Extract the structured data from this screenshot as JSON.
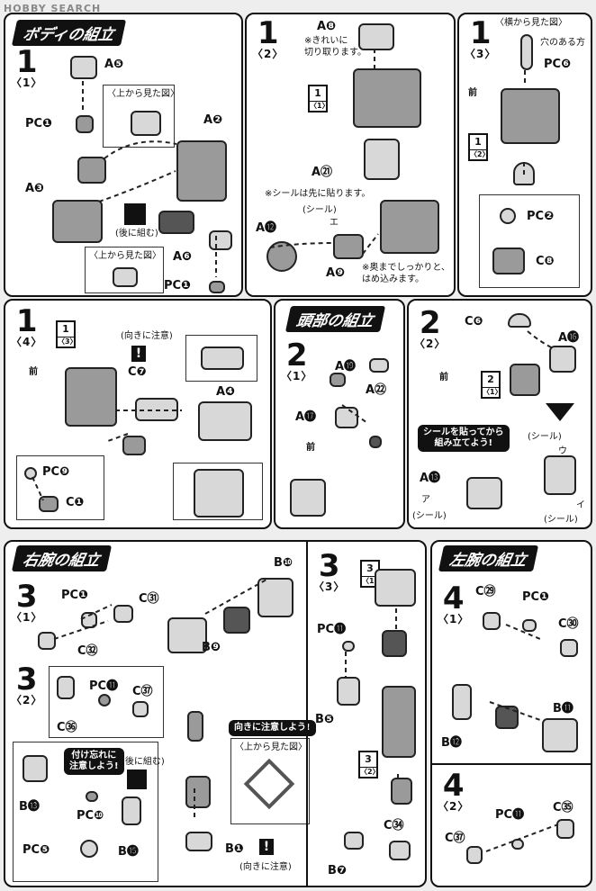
{
  "watermark": "HOBBY SEARCH",
  "sections": {
    "body": "ボディの組立",
    "head": "頭部の組立",
    "right_arm": "右腕の組立",
    "left_arm": "左腕の組立"
  },
  "steps": {
    "s1_1": {
      "n": "1",
      "s": "〈1〉"
    },
    "s1_2": {
      "n": "1",
      "s": "〈2〉"
    },
    "s1_3": {
      "n": "1",
      "s": "〈3〉"
    },
    "s1_4": {
      "n": "1",
      "s": "〈4〉"
    },
    "s2_1": {
      "n": "2",
      "s": "〈1〉"
    },
    "s2_2": {
      "n": "2",
      "s": "〈2〉"
    },
    "s3_1": {
      "n": "3",
      "s": "〈1〉"
    },
    "s3_2": {
      "n": "3",
      "s": "〈2〉"
    },
    "s3_3": {
      "n": "3",
      "s": "〈3〉"
    },
    "s4_1": {
      "n": "4",
      "s": "〈1〉"
    },
    "s4_2": {
      "n": "4",
      "s": "〈2〉"
    }
  },
  "notes": {
    "top_view": "〈上から見た図〉",
    "side_view": "〈横から見た図〉",
    "hole_side": "穴のある方",
    "back_assemble": "(後に組む)",
    "cut_clean_1": "※きれいに",
    "cut_clean_2": "切り取ります。",
    "sticker_first": "※シールは先に貼ります。",
    "sticker": "(シール)",
    "push_deep_1": "※奥までしっかりと、",
    "push_deep_2": "はめ込みます。",
    "orientation": "(向きに注意)",
    "head_sticker_1": "シールを貼ってから",
    "head_sticker_2": "組み立てよう!",
    "dont_forget_1": "付け忘れに",
    "dont_forget_2": "注意しよう!",
    "orientation_warn": "向きに注意しよう!",
    "front": "前"
  },
  "parts": {
    "a5": "A❺",
    "pc1": "PC❶",
    "a2": "A❷",
    "a3": "A❸",
    "a6": "A❻",
    "a8": "A❽",
    "a21": "A㉑",
    "a12": "A⓬",
    "a9": "A❾",
    "pc6": "PC❻",
    "pc2": "PC❷",
    "c8": "C❽",
    "c7": "C❼",
    "a4": "A❹",
    "pc9": "PC❾",
    "c1": "C❶",
    "a19": "A⓳",
    "a22": "A㉒",
    "a17": "A⓱",
    "c6": "C❻",
    "a16": "A⓰",
    "a13": "A⓭",
    "c31": "C㉛",
    "c32": "C㉜",
    "b10": "B❿",
    "b9": "B❾",
    "pc11": "PC⓫",
    "c37": "C㊲",
    "c36": "C㊱",
    "b13": "B⓭",
    "pc10": "PC❿",
    "pc5": "PC❺",
    "b15": "B⓯",
    "b1": "B❶",
    "b5": "B❺",
    "c34": "C㉞",
    "b7": "B❼",
    "c29": "C㉙",
    "c30": "C㉚",
    "b11": "B⓫",
    "b12": "B⓬",
    "c35": "C㉟"
  },
  "seal_marks": {
    "e": "エ",
    "u": "ウ",
    "i": "イ",
    "a": "ア"
  },
  "refs": {
    "r11": {
      "n": "1",
      "s": "〈1〉"
    },
    "r12": {
      "n": "1",
      "s": "〈2〉"
    },
    "r13": {
      "n": "1",
      "s": "〈3〉"
    },
    "r21": {
      "n": "2",
      "s": "〈1〉"
    },
    "r32": {
      "n": "3",
      "s": "〈2〉"
    },
    "r33": {
      "n": "3",
      "s": "〈1〉"
    }
  }
}
